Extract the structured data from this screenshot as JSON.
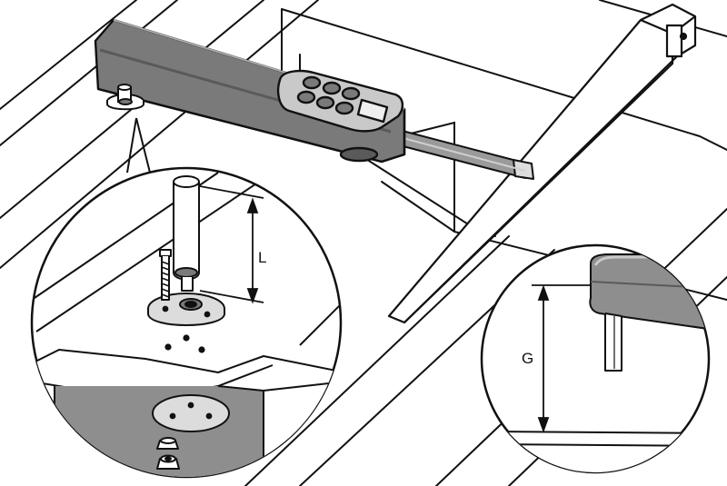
{
  "diagram": {
    "labels": {
      "length": "L",
      "gap": "G"
    },
    "colors": {
      "line": "#111111",
      "housing": "#7a7a7a",
      "housing_dark": "#5a5a5a",
      "keypad": "#c9c9c9",
      "shade": "#8e8e8e",
      "metal": "#dcdcdc",
      "background": "#ffffff"
    },
    "parts": {
      "keypad_buttons": 6
    }
  }
}
